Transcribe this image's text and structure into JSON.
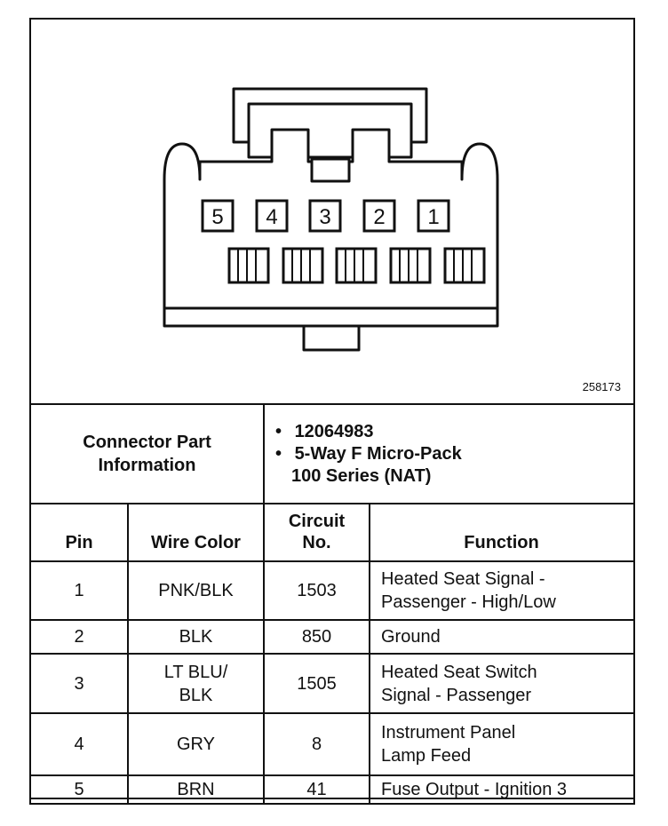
{
  "figure_id": "258173",
  "connector_pins": [
    "5",
    "4",
    "3",
    "2",
    "1"
  ],
  "connector_part_information": {
    "label": "Connector Part Information",
    "items": [
      "12064983",
      "5-Way F Micro-Pack",
      "100 Series (NAT)"
    ]
  },
  "table": {
    "headers": {
      "pin": "Pin",
      "wire_color": "Wire Color",
      "circuit_no_line1": "Circuit",
      "circuit_no_line2": "No.",
      "function": "Function"
    },
    "rows": [
      {
        "pin": "1",
        "wire_color": "PNK/BLK",
        "circuit": "1503",
        "function_l1": "Heated Seat Signal -",
        "function_l2": "Passenger - High/Low"
      },
      {
        "pin": "2",
        "wire_color": "BLK",
        "circuit": "850",
        "function_l1": "Ground",
        "function_l2": ""
      },
      {
        "pin": "3",
        "wire_color_l1": "LT BLU/",
        "wire_color_l2": "BLK",
        "circuit": "1505",
        "function_l1": "Heated Seat Switch",
        "function_l2": "Signal - Passenger"
      },
      {
        "pin": "4",
        "wire_color": "GRY",
        "circuit": "8",
        "function_l1": "Instrument Panel",
        "function_l2": "Lamp Feed"
      },
      {
        "pin": "5",
        "wire_color": "BRN",
        "circuit": "41",
        "function_l1": "Fuse Output - Ignition 3",
        "function_l2": ""
      }
    ]
  }
}
